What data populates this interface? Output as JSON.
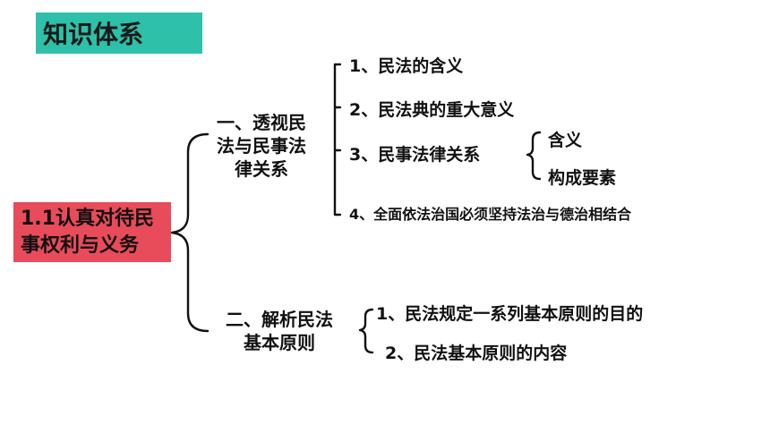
{
  "title": "知识体系",
  "root": {
    "line1": "1.1认真对待民",
    "line2": "事权利与义务"
  },
  "branch1": {
    "line1": "一、透视民",
    "line2": "法与民事法",
    "line3": "律关系",
    "items": [
      "1、民法的含义",
      "2、民法典的重大意义",
      "3、民事法律关系",
      "4、全面依法治国必须坚持法治与德治相结合"
    ],
    "subitems": [
      "含义",
      "构成要素"
    ]
  },
  "branch2": {
    "line1": "二、解析民法",
    "line2": "基本原则",
    "items": [
      "1、民法规定一系列基本原则的目的",
      "2、民法基本原则的内容"
    ]
  },
  "colors": {
    "title_bg": "#2ec0a8",
    "root_bg": "#e84b5a",
    "line": "#111111"
  }
}
